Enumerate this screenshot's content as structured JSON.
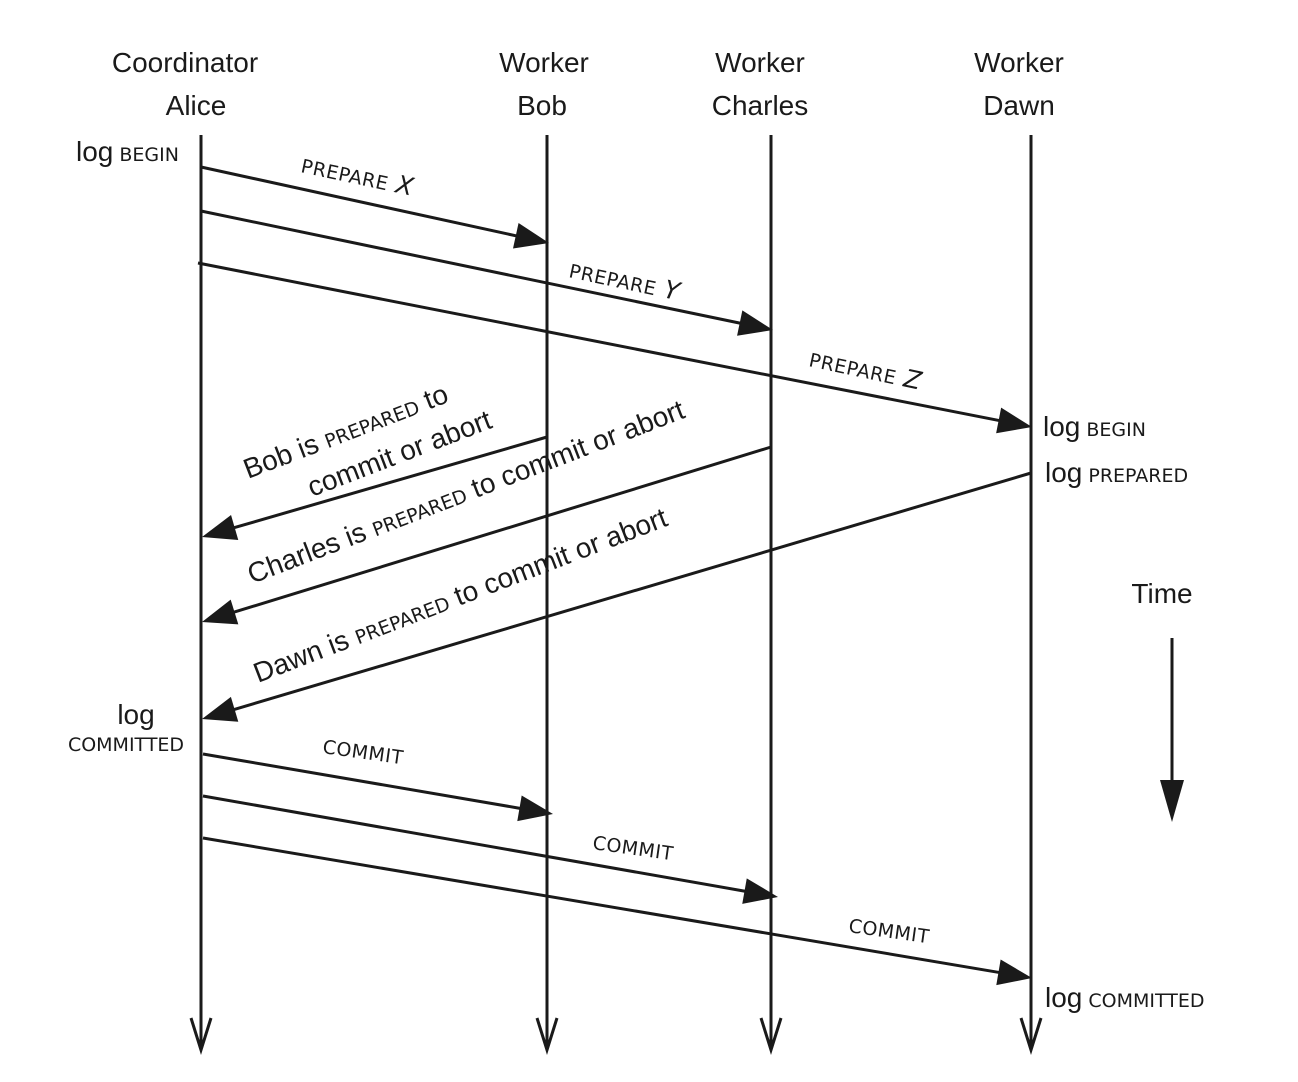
{
  "participants": [
    {
      "role": "Coordinator",
      "name": "Alice"
    },
    {
      "role": "Worker",
      "name": "Bob"
    },
    {
      "role": "Worker",
      "name": "Charles"
    },
    {
      "role": "Worker",
      "name": "Dawn"
    }
  ],
  "messages": {
    "prepare_x": {
      "word": "PREPARE",
      "var": "X"
    },
    "prepare_y": {
      "word": "PREPARE",
      "var": "Y"
    },
    "prepare_z": {
      "word": "PREPARE",
      "var": "Z"
    },
    "commit_bob": "COMMIT",
    "commit_charles": "COMMIT",
    "commit_dawn": "COMMIT",
    "bob_reply": {
      "line1_a": "Bob is ",
      "line1_sc": "PREPARED",
      "line1_b": " to",
      "line2": "commit or abort"
    },
    "charles_reply": {
      "a": "Charles is ",
      "sc": "PREPARED",
      "b": " to commit or abort"
    },
    "dawn_reply": {
      "a": "Dawn is ",
      "sc": "PREPARED",
      "b": " to commit or abort"
    }
  },
  "logs": {
    "alice_begin": {
      "log": "log",
      "word": "BEGIN"
    },
    "alice_committed": {
      "log": "log",
      "word": "COMMITTED"
    },
    "dawn_begin": {
      "log": "log",
      "word": "BEGIN"
    },
    "dawn_prepared": {
      "log": "log",
      "word": "PREPARED"
    },
    "dawn_committed": {
      "log": "log",
      "word": "COMMITTED"
    }
  },
  "time_label": "Time"
}
